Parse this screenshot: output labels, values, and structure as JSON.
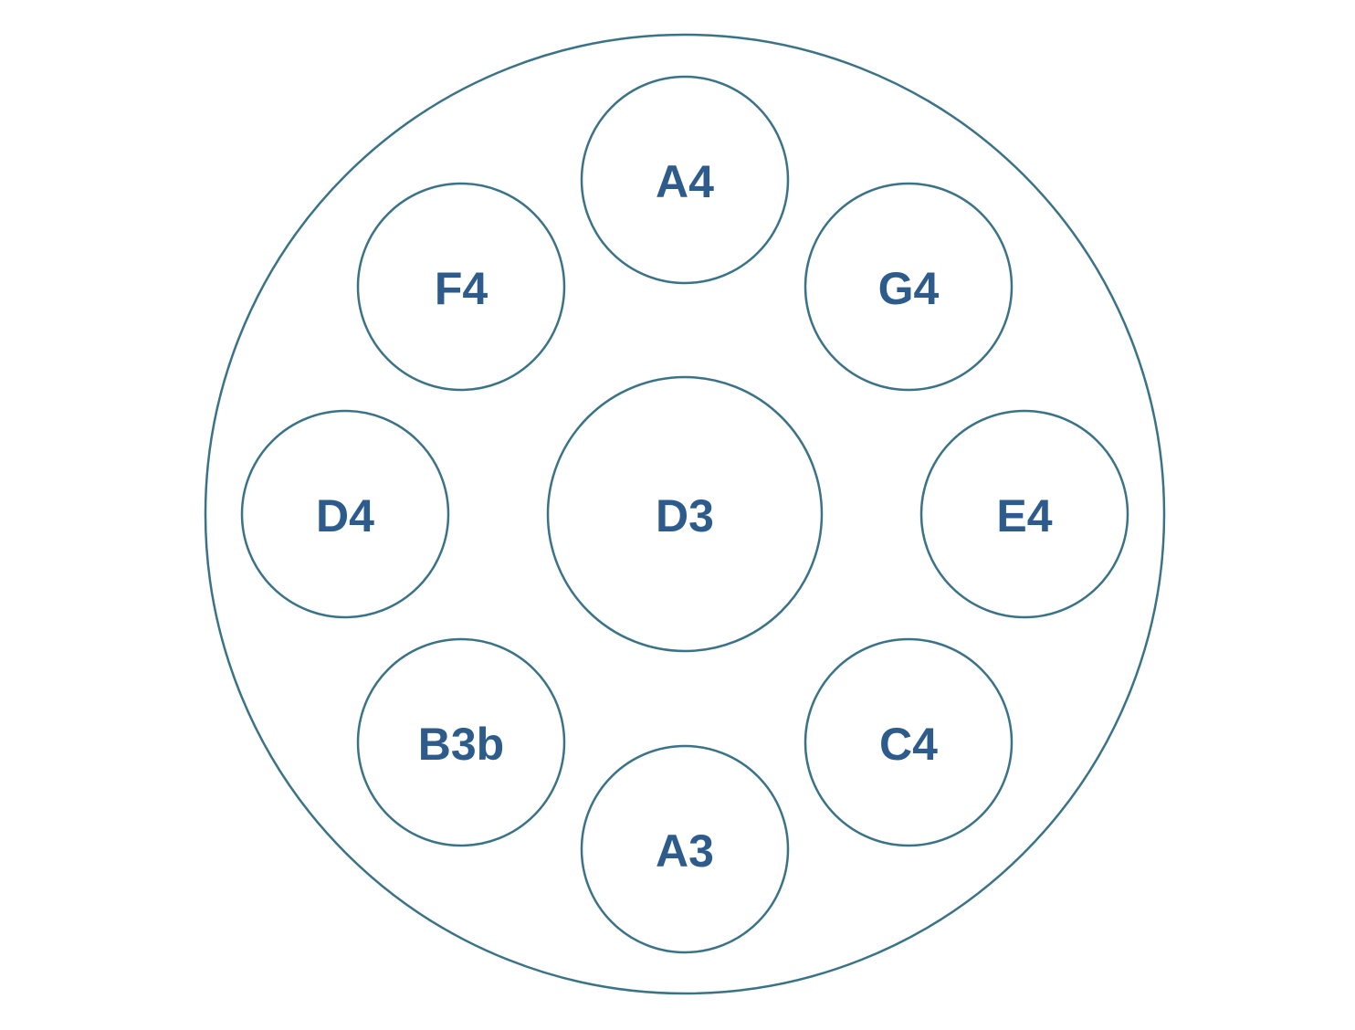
{
  "colors": {
    "stroke": "#3a7388",
    "label": "#2d5b8c",
    "background": "#ffffff"
  },
  "notes": {
    "ding": "D3",
    "top": "A4",
    "upper_left": "F4",
    "upper_right": "G4",
    "left": "D4",
    "right": "E4",
    "lower_left": "B3b",
    "lower_right": "C4",
    "bottom": "A3"
  }
}
